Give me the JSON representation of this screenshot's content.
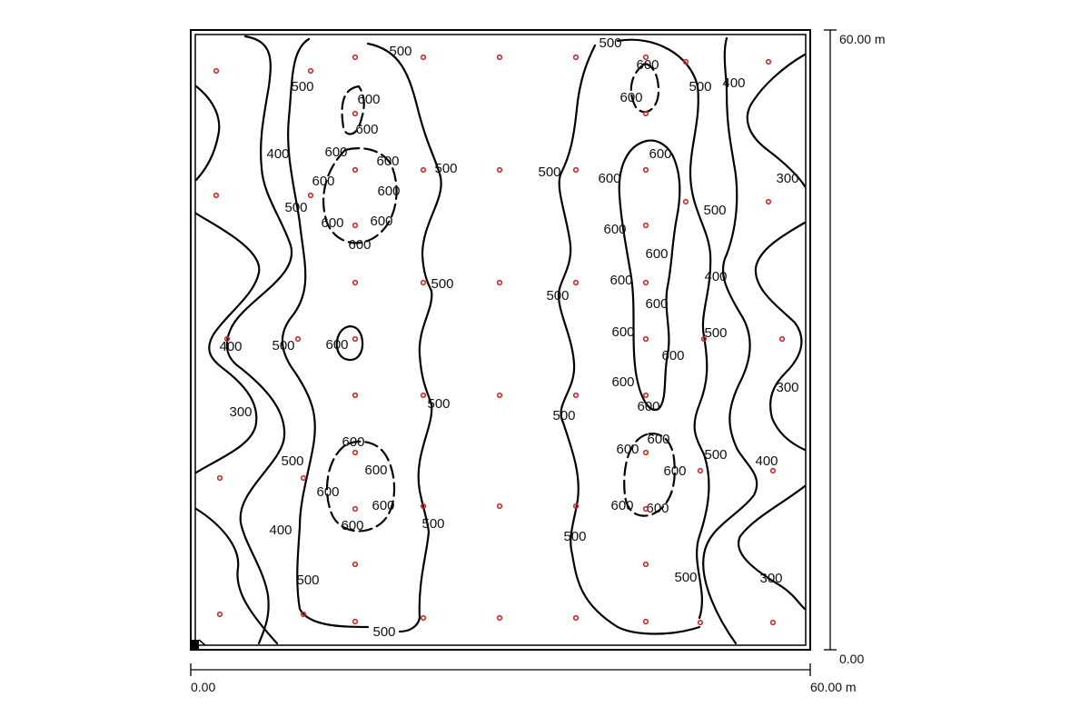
{
  "dimensions": {
    "width_label": "60.00 m",
    "height_label": "60.00 m",
    "x_origin_label": "0.00",
    "y_origin_label": "0.00"
  },
  "contours": {
    "labels": [
      "300",
      "400",
      "500",
      "600"
    ]
  },
  "colors": {
    "contour": "#000000",
    "luminaire": "#cc2a2a",
    "frame": "#000000"
  },
  "icons": {
    "origin_marker": "black-square-icon",
    "luminaire": "red-circle-icon"
  }
}
